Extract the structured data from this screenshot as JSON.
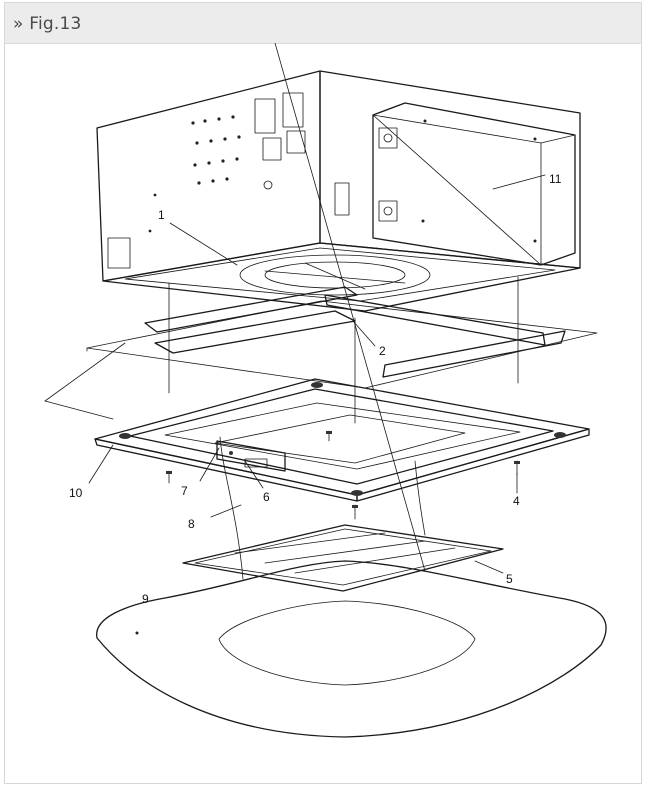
{
  "header": {
    "title": "» Fig.13"
  },
  "callouts": [
    {
      "id": "c1",
      "label": "1"
    },
    {
      "id": "c2",
      "label": "2"
    },
    {
      "id": "c4",
      "label": "4"
    },
    {
      "id": "c5",
      "label": "5"
    },
    {
      "id": "c6",
      "label": "6"
    },
    {
      "id": "c7",
      "label": "7"
    },
    {
      "id": "c8",
      "label": "8"
    },
    {
      "id": "c9",
      "label": "9"
    },
    {
      "id": "c10",
      "label": "10"
    },
    {
      "id": "c11",
      "label": "11"
    }
  ]
}
